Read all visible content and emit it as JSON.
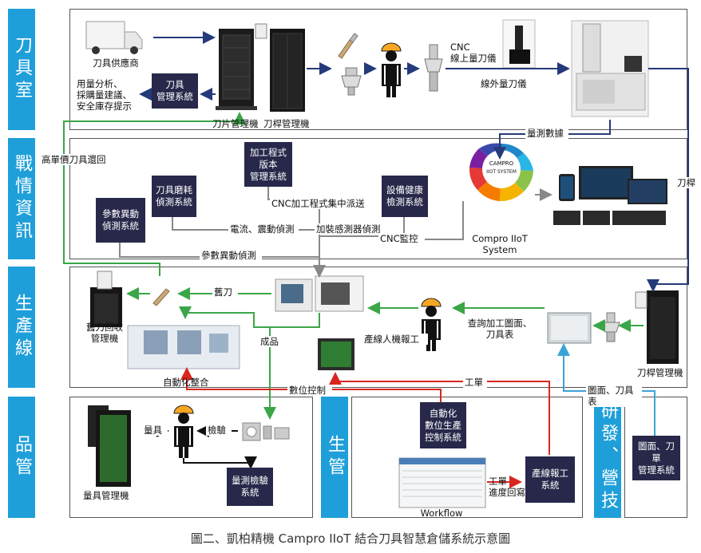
{
  "sections": {
    "tool_room": "刀具室",
    "war_room": "戰情資訊",
    "production_line": "生產線",
    "quality": "品管",
    "production_mgmt": "生管",
    "rd_sales": "研發、營技"
  },
  "boxes": {
    "tool_mgmt": "刀具\n管理系統",
    "param_anomaly": "參數異動\n偵測系統",
    "tool_wear": "刀具磨耗\n偵測系統",
    "cnc_program": "加工程式\n版本\n管理系統",
    "equipment_health": "設備健康\n檢測系統",
    "gauge_inspection": "量測檢驗\n系統",
    "auto_control": "自動化\n數位生產\n控制系統",
    "line_report": "產線報工\n系統",
    "drawing_mgmt": "圖面、刀單\n管理系統"
  },
  "labels": {
    "tool_supplier": "刀具供應商",
    "usage_analysis": "用量分析、\n採購量建議、\n安全庫存提示",
    "tool_machine": "刀片管理機",
    "holder_machine": "刀桿管理機",
    "cnc_presetter": "CNC\n線上量刀儀",
    "offline_presetter": "線外量刀儀",
    "measurement_data": "量測數據",
    "holder": "刀桿",
    "high_value_return": "高單價刀具還回",
    "cnc_dispatch": "CNC加工程式集中派送",
    "current_vibration": "電流、震動偵測",
    "sensor_detect": "加裝感測器偵測",
    "cnc_monitor": "CNC監控",
    "param_detect": "參數異動偵測",
    "iiot_name": "Compro IIoT\nSystem",
    "old_tool": "舊刀",
    "old_tool_recycle": "舊刀回收\n管理機",
    "finished_product": "成品",
    "automation": "自動化整合",
    "query_drawing": "查詢加工圖面、\n刀具表",
    "line_hmi_report": "產線人機報工",
    "holder_machine2": "刀桿管理機",
    "digital_control": "數位控制",
    "work_order": "工單",
    "drawing_tool_table": "圖面、刀具表",
    "gauge": "量具",
    "inspection": "檢驗",
    "gauge_machine": "量具管理機",
    "workflow": "Workflow",
    "wo_progress": "工單\n進度回寫"
  },
  "wheel": {
    "center_top": "CAMPRO",
    "center_bottom": "IIOT SYSTEM"
  },
  "caption": "圖二、凱柏精機 Campro IIoT 結合刀具智慧倉儲系統示意圖",
  "colors": {
    "section_blue": "#1f9fd9",
    "box_navy": "#27284a",
    "arrow_navy": "#243a7a",
    "arrow_green": "#3aa648",
    "arrow_red": "#d8261f",
    "arrow_gray": "#888888",
    "arrow_lightblue": "#3aa3d6"
  }
}
